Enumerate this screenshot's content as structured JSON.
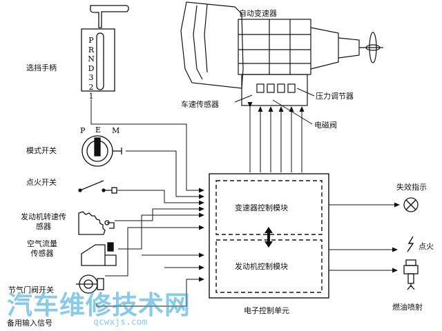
{
  "labels": {
    "shifter": "选挡手柄",
    "mode_switch": "模式开关",
    "ignition_switch": "点火开关",
    "engine_speed_sensor": "发动机转速传感器",
    "airflow_sensor": "空气流量传感器",
    "throttle_switch": "节气门阀开关",
    "backup_input": "备用输入信号",
    "transmission": "自动变速器",
    "speed_sensor": "车速传感器",
    "pressure_regulator": "压力调节器",
    "solenoid": "电磁阀",
    "tcm": "变速器控制模块",
    "ecm": "发动机控制模块",
    "ecu": "电子控制单元",
    "fault_indicator": "失效指示",
    "ignition": "点火",
    "injector": "燃油喷射"
  },
  "gear_positions": [
    "P",
    "R",
    "N",
    "D",
    "3",
    "2",
    "1"
  ],
  "mode_positions": [
    "P",
    "E",
    "M"
  ],
  "watermark": {
    "text": "汽车维修技术网",
    "url": "qcwxjs.com"
  },
  "colors": {
    "line": "#111111",
    "watermark": "#2a9fd8"
  }
}
